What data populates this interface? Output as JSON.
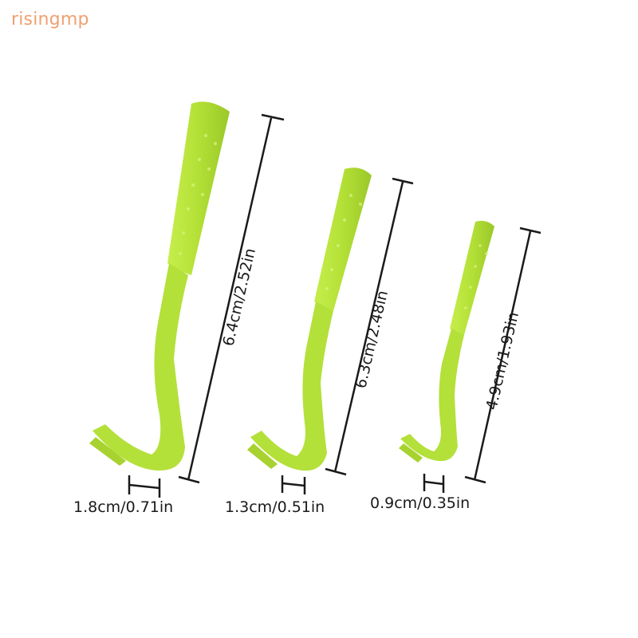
{
  "brand": {
    "name": "risingmp"
  },
  "colors": {
    "hook": "#b6e23a",
    "hook_shade": "#9cc92a",
    "dimension_line": "#1a1a1a",
    "brand": "#f0a070"
  },
  "tools": [
    {
      "height_label": "6.4cm/2.52in",
      "width_label": "1.8cm/0.71in"
    },
    {
      "height_label": "6.3cm/2.48in",
      "width_label": "1.3cm/0.51in"
    },
    {
      "height_label": "4.9cm/1.93in",
      "width_label": "0.9cm/0.35in"
    }
  ]
}
